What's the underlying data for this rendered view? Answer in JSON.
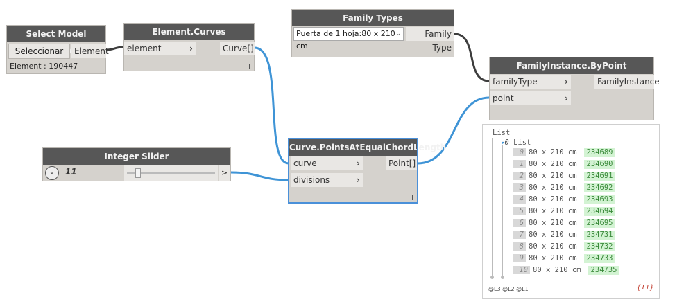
{
  "select_model_element": {
    "title": "Select Model Element",
    "button_label": "Seleccionar",
    "output_port": "Element",
    "status": "Element : 190447"
  },
  "element_curves": {
    "title": "Element.Curves",
    "input_port": "element",
    "output_port": "Curve[]"
  },
  "family_types": {
    "title": "Family Types",
    "selected_value": "Puerta de 1 hoja:80 x 210 cm",
    "output_port": "Family Type"
  },
  "family_instance_by_point": {
    "title": "FamilyInstance.ByPoint",
    "input_ports": [
      "familyType",
      "point"
    ],
    "output_port": "FamilyInstance"
  },
  "integer_slider": {
    "title": "Integer Slider",
    "value": "11",
    "slider_fraction": 0.1
  },
  "points_at_chord": {
    "title": "Curve.PointsAtEqualChordLength",
    "input_ports": [
      "curve",
      "divisions"
    ],
    "output_port": "Point[]"
  },
  "watch": {
    "root_label": "List",
    "sub_index": "0",
    "sub_label": "List",
    "items": [
      {
        "index": "0",
        "name": "80 x 210 cm",
        "id": "234689"
      },
      {
        "index": "1",
        "name": "80 x 210 cm",
        "id": "234690"
      },
      {
        "index": "2",
        "name": "80 x 210 cm",
        "id": "234691"
      },
      {
        "index": "3",
        "name": "80 x 210 cm",
        "id": "234692"
      },
      {
        "index": "4",
        "name": "80 x 210 cm",
        "id": "234693"
      },
      {
        "index": "5",
        "name": "80 x 210 cm",
        "id": "234694"
      },
      {
        "index": "6",
        "name": "80 x 210 cm",
        "id": "234695"
      },
      {
        "index": "7",
        "name": "80 x 210 cm",
        "id": "234731"
      },
      {
        "index": "8",
        "name": "80 x 210 cm",
        "id": "234732"
      },
      {
        "index": "9",
        "name": "80 x 210 cm",
        "id": "234733"
      },
      {
        "index": "10",
        "name": "80 x 210 cm",
        "id": "234735"
      }
    ],
    "levels": "@L3 @L2 @L1",
    "count": "{11}"
  },
  "colors": {
    "node_title_bg": "#575757",
    "node_body": "#d5d2cd",
    "wire_blue": "#3f94d6",
    "wire_dark": "#3d3d3d",
    "selection": "#4a90d9",
    "element_id_bg": "#d3f3d3"
  }
}
